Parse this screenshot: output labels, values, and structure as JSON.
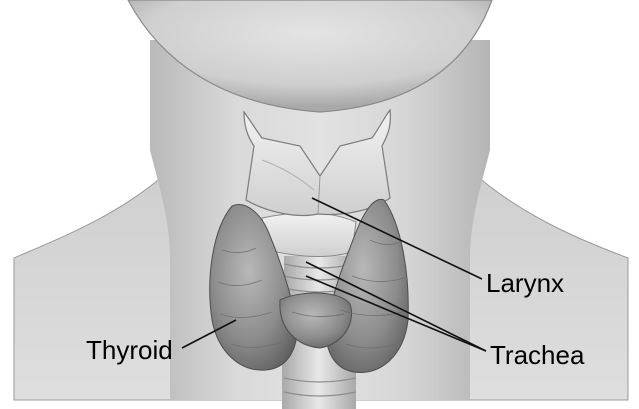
{
  "labels": {
    "larynx": "Larynx",
    "thyroid": "Thyroid",
    "trachea": "Trachea"
  },
  "colors": {
    "background": "#ffffff",
    "skin": "#d4d4d4",
    "skin_shadow": "#a8a8a8",
    "cartilage": "#e6e6e6",
    "gland": "#8f8f8f",
    "leader_line": "#111111"
  }
}
